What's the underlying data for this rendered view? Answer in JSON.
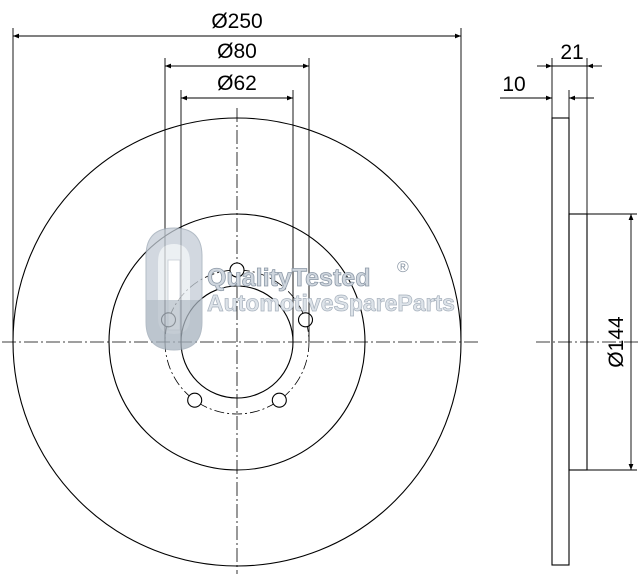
{
  "diagram": {
    "type": "brake-disc-technical-drawing",
    "dimensions": {
      "outer_diameter": "Ø250",
      "hub_diameter": "Ø80",
      "center_bore": "Ø62",
      "total_height": "21",
      "disc_thickness": "10",
      "hat_diameter": "Ø144"
    },
    "bolt_holes": 5
  },
  "watermark": {
    "line1": "QualityTested",
    "registered_mark": "®",
    "line2": "AutomotiveSpareParts"
  }
}
